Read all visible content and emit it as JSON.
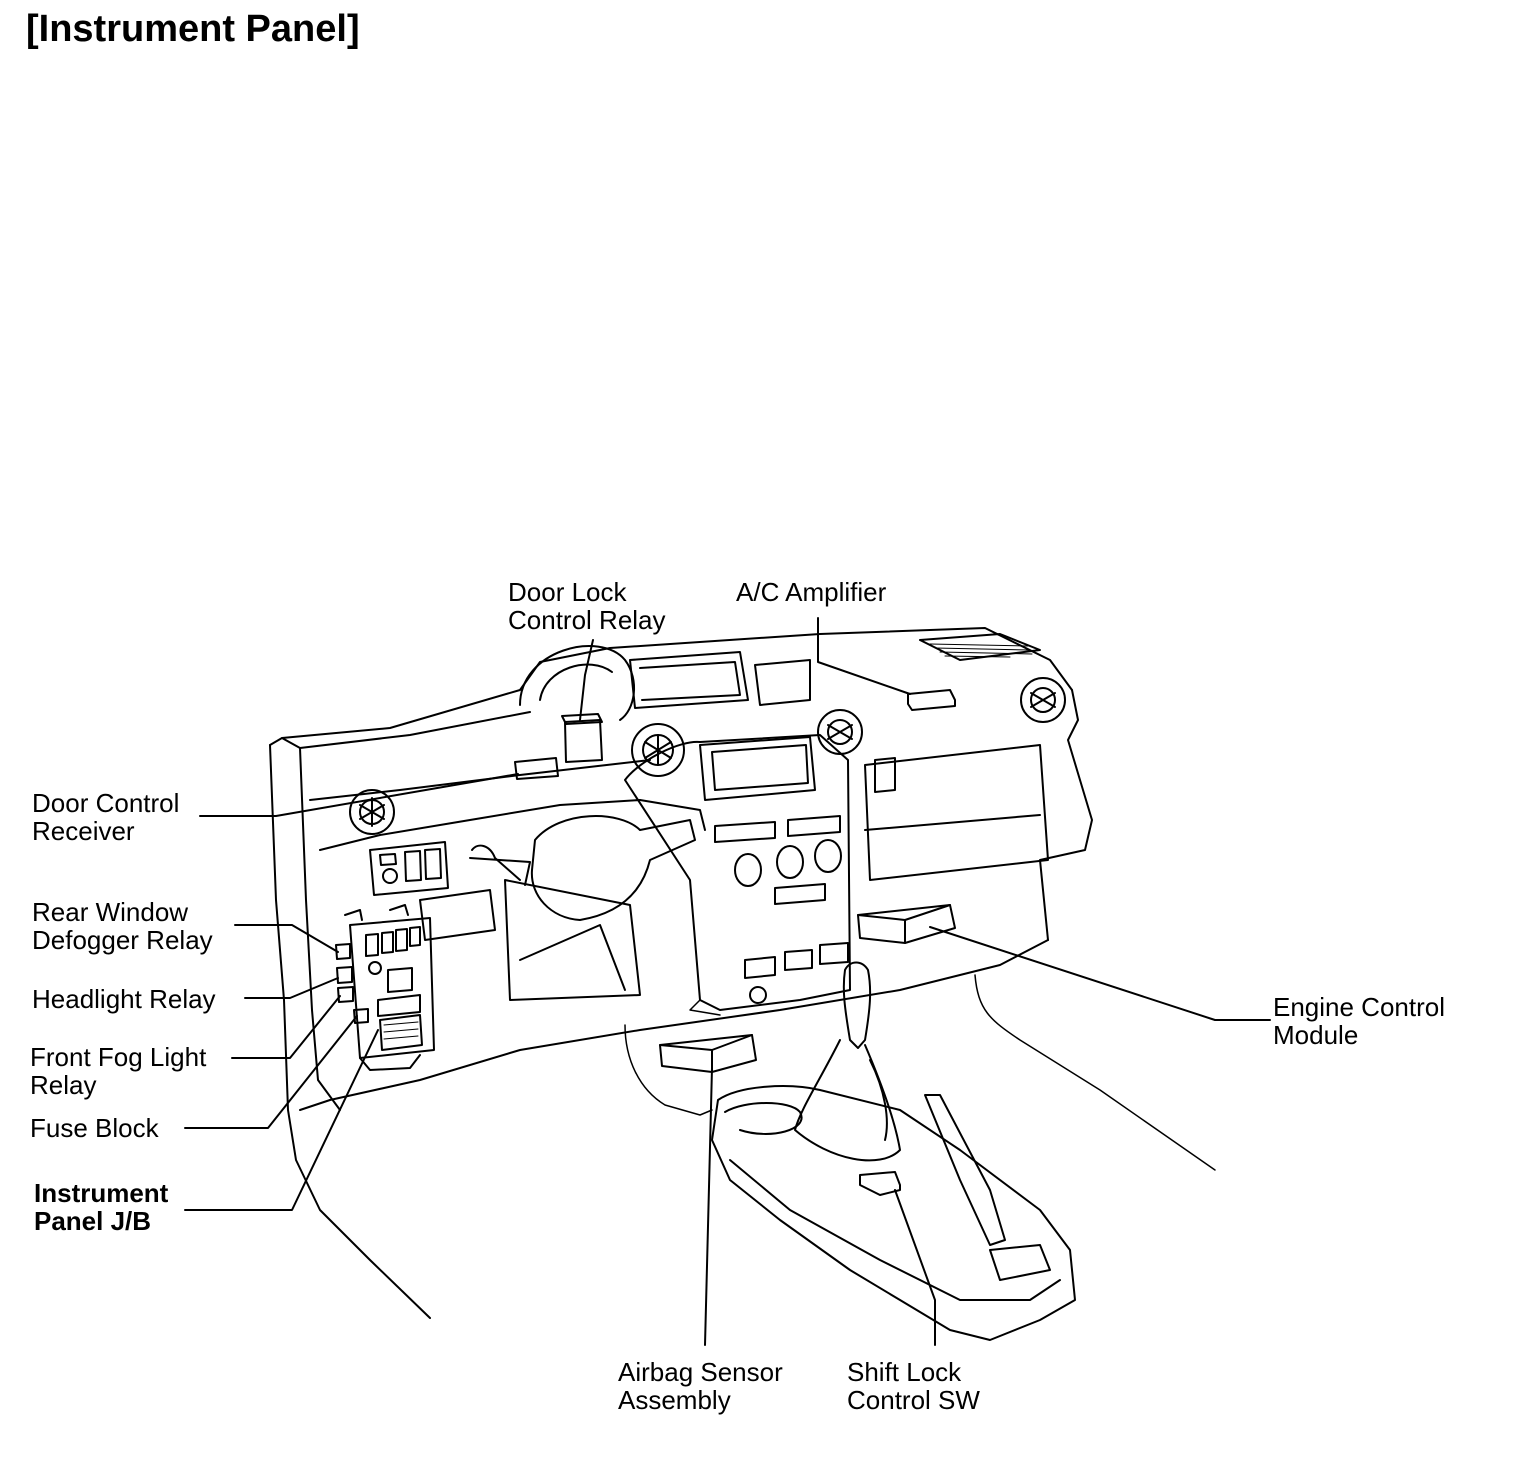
{
  "title": "[Instrument Panel]",
  "labels": {
    "door_lock_control_relay": [
      "Door Lock",
      "Control Relay"
    ],
    "ac_amplifier": [
      "A/C Amplifier"
    ],
    "door_control_receiver": [
      "Door Control",
      "Receiver"
    ],
    "rear_window_defogger_relay": [
      "Rear Window",
      "Defogger Relay"
    ],
    "headlight_relay": [
      "Headlight Relay"
    ],
    "front_fog_light_relay": [
      "Front Fog Light",
      "Relay"
    ],
    "fuse_block": [
      "Fuse Block"
    ],
    "instrument_panel_jb": [
      "Instrument",
      "Panel J/B"
    ],
    "engine_control_module": [
      "Engine Control",
      "Module"
    ],
    "airbag_sensor_assembly": [
      "Airbag Sensor",
      "Assembly"
    ],
    "shift_lock_control_sw": [
      "Shift Lock",
      "Control SW"
    ]
  }
}
